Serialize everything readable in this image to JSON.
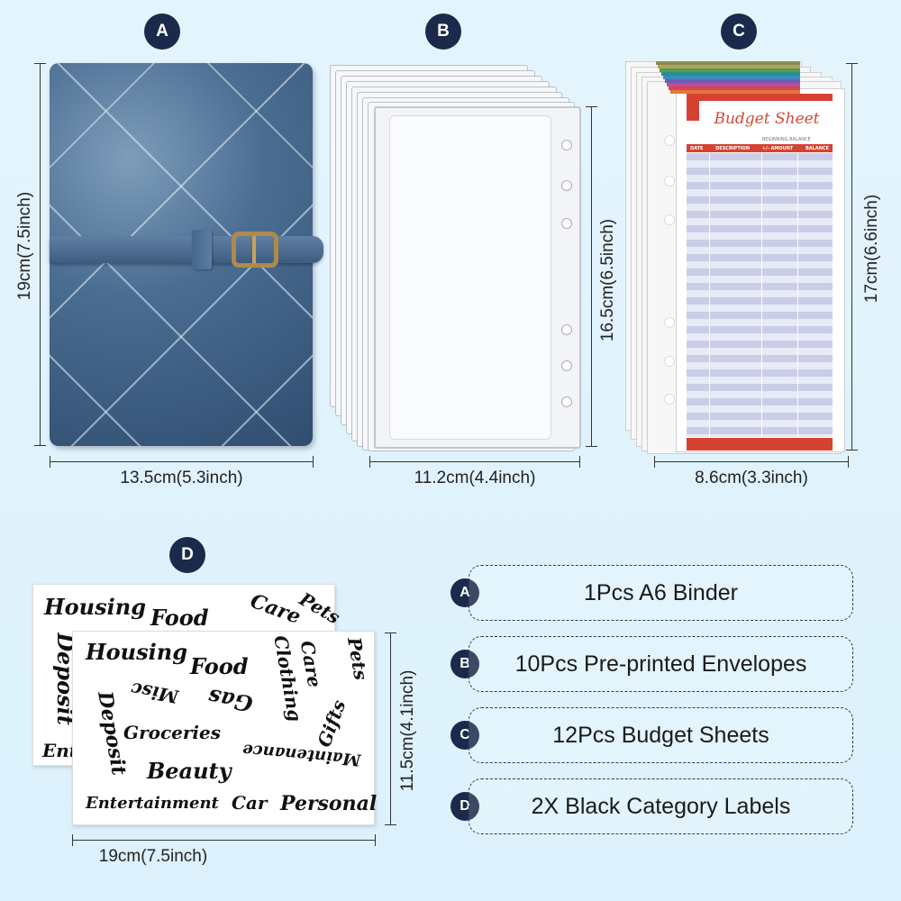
{
  "panels": {
    "a": {
      "badge": "A",
      "width_label": "13.5cm(5.3inch)",
      "height_label": "19cm(7.5inch)"
    },
    "b": {
      "badge": "B",
      "width_label": "11.2cm(4.4inch)",
      "height_label": "16.5cm(6.5inch)"
    },
    "c": {
      "badge": "C",
      "width_label": "8.6cm(3.3inch)",
      "height_label": "17cm(6.6inch)",
      "sheet_title": "Budget Sheet",
      "beginning_balance": "BEGINNING BALANCE",
      "columns": [
        "DATE",
        "DESCRIPTION",
        "+/- AMOUNT",
        "BALANCE"
      ],
      "tab_colors": [
        "#8a8a5c",
        "#b7a24e",
        "#4f9c63",
        "#2a8f86",
        "#3e8ac4",
        "#6f5db3",
        "#c04b8e",
        "#d6435a",
        "#e2783a"
      ]
    },
    "d": {
      "badge": "D",
      "width_label": "19cm(7.5inch)",
      "height_label": "11.5cm(4.1inch)",
      "back_labels": [
        "Housing",
        "Food",
        "Care",
        "Pets",
        "Deposit",
        "Ent"
      ],
      "front_labels": [
        "Housing",
        "Food",
        "Pets",
        "Clothing",
        "Care",
        "Misc",
        "Gas",
        "Gifts",
        "Deposit",
        "Groceries",
        "Maintenance",
        "Beauty",
        "Entertainment",
        "Car",
        "Personal"
      ]
    }
  },
  "items": [
    {
      "badge": "A",
      "text": "1Pcs A6 Binder"
    },
    {
      "badge": "B",
      "text": "10Pcs Pre-printed Envelopes"
    },
    {
      "badge": "C",
      "text": "12Pcs Budget Sheets"
    },
    {
      "badge": "D",
      "text": "2X Black Category Labels"
    }
  ]
}
